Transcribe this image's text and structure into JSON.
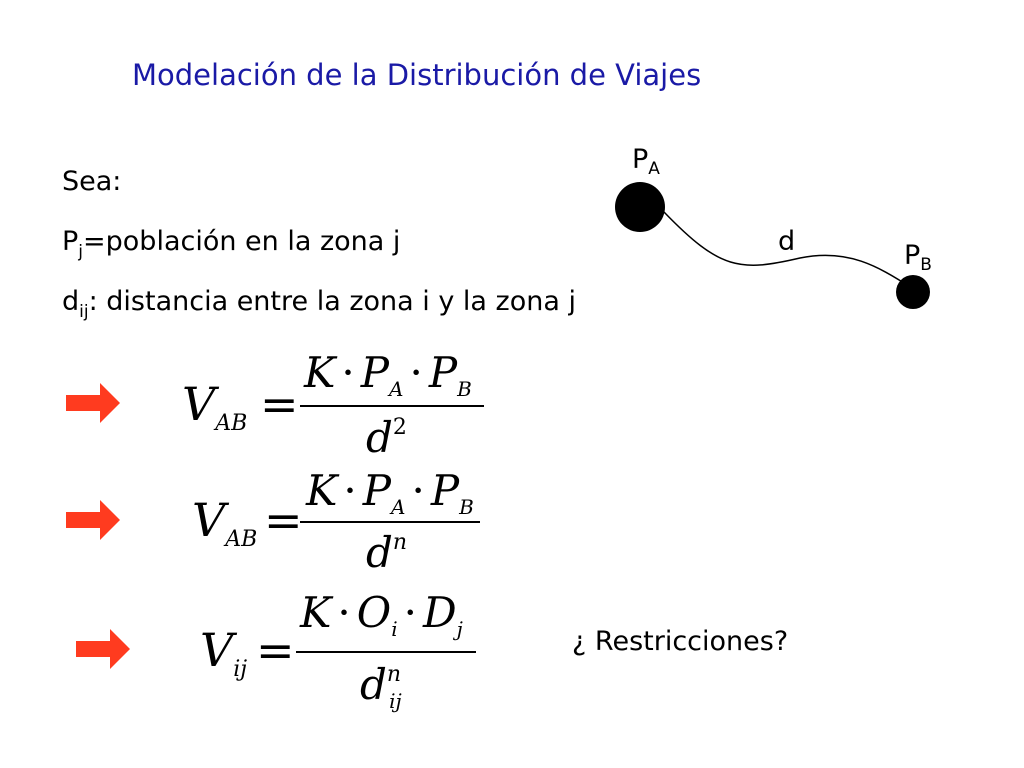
{
  "title": "Modelación de la Distribución de Viajes",
  "definitions": {
    "sea": "Sea:",
    "p_main": "P",
    "p_sub": "j",
    "p_rest": "=población en la zona j",
    "d_main": "d",
    "d_sub": "ij",
    "d_rest": ": distancia entre la zona i y la zona j"
  },
  "diagram": {
    "pa_main": "P",
    "pa_sub": "A",
    "pb_main": "P",
    "pb_sub": "B",
    "d_label": "d"
  },
  "formulas": {
    "f1": {
      "lhs": "V",
      "lhs_sub": "AB",
      "eq": "=",
      "n1": "K",
      "dot1": "·",
      "n2": "P",
      "n2_sub": "A",
      "dot2": "·",
      "n3": "P",
      "n3_sub": "B",
      "den": "d",
      "den_sup": "2"
    },
    "f2": {
      "lhs": "V",
      "lhs_sub": "AB",
      "eq": "=",
      "n1": "K",
      "dot1": "·",
      "n2": "P",
      "n2_sub": "A",
      "dot2": "·",
      "n3": "P",
      "n3_sub": "B",
      "den": "d",
      "den_sup": "n"
    },
    "f3": {
      "lhs": "V",
      "lhs_sub": "ij",
      "eq": "=",
      "n1": "K",
      "dot1": "·",
      "n2": "O",
      "n2_sub": "i",
      "dot2": "·",
      "n3": "D",
      "n3_sub": "j",
      "den": "d",
      "den_sup": "n",
      "den_sub": "ij"
    }
  },
  "question": "¿ Restricciones?",
  "colors": {
    "title": "#1a1aa6",
    "arrow": "#ff3b1f",
    "node": "#000000"
  },
  "icons": [
    "right-arrow-icon"
  ]
}
